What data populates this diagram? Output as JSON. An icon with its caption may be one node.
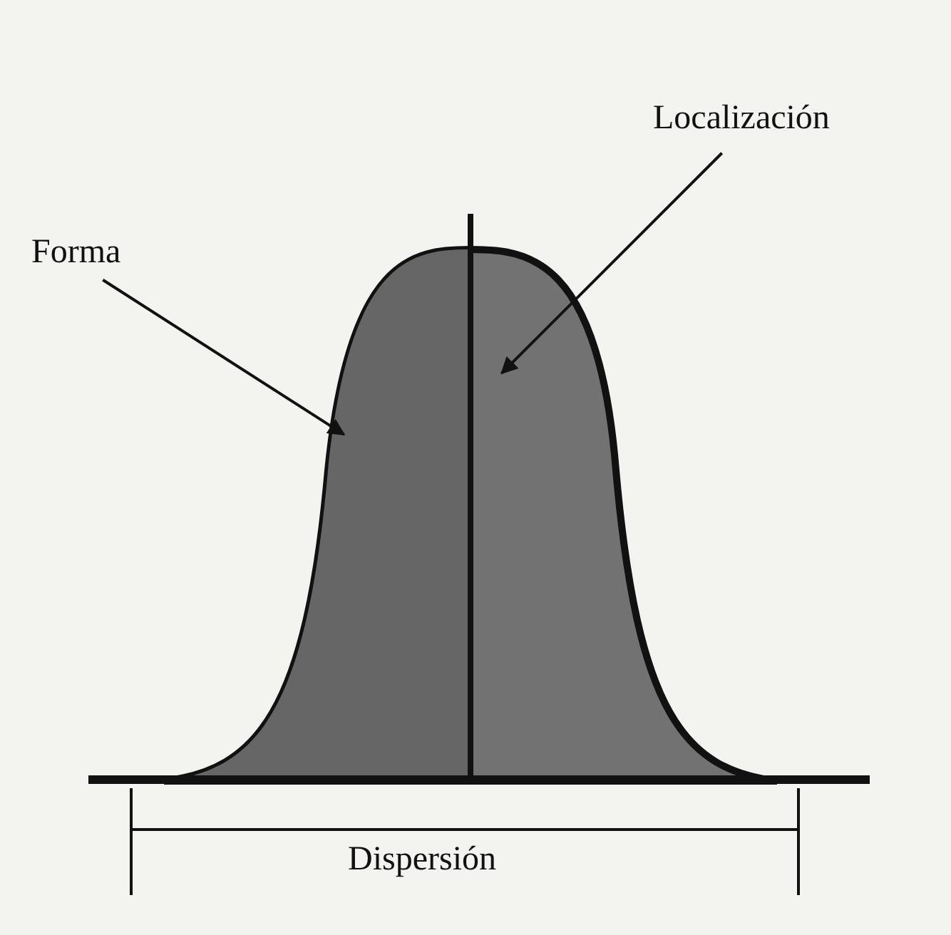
{
  "diagram": {
    "nodes": [
      {
        "text": [
          "Localización"
        ]
      },
      {
        "text": [
          "Forma"
        ]
      },
      {
        "text": [],
        "shape": "picture"
      }
    ],
    "edges": [
      {
        "from": 0,
        "to": 2,
        "arrow": "to"
      },
      {
        "from": 1,
        "to": 2,
        "arrow": "to"
      }
    ],
    "labels": [
      "Dispersión"
    ]
  }
}
